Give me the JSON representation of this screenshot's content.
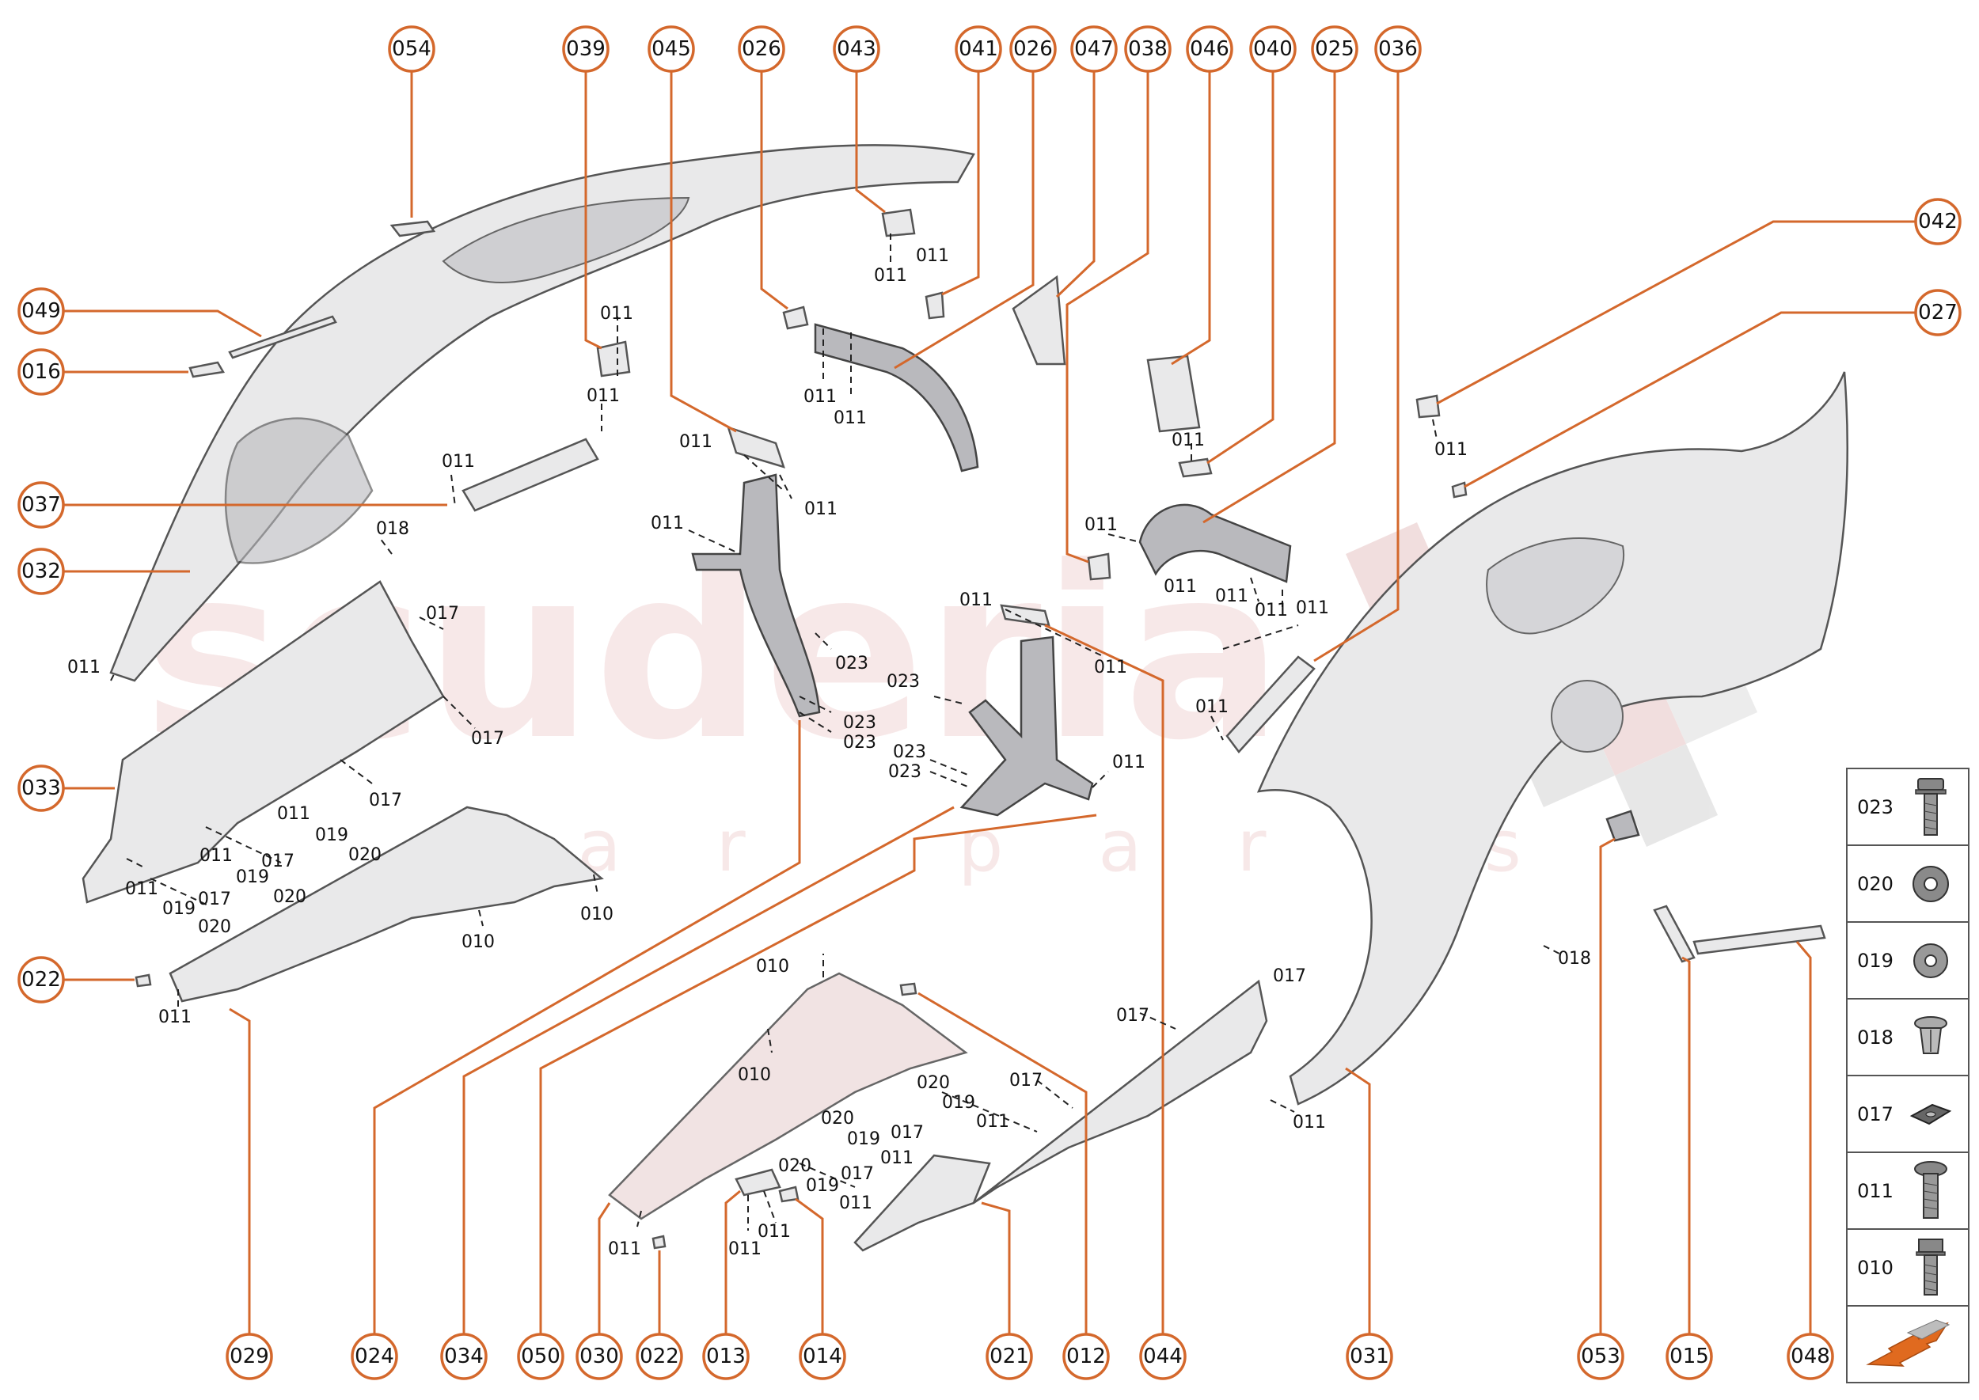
{
  "watermark": {
    "main": "scuderia",
    "sub": "car parts"
  },
  "callouts": {
    "c054": "054",
    "c039": "039",
    "c045": "045",
    "c026a": "026",
    "c043": "043",
    "c041": "041",
    "c026b": "026",
    "c047": "047",
    "c038": "038",
    "c046": "046",
    "c040": "040",
    "c025": "025",
    "c036": "036",
    "c042": "042",
    "c027": "027",
    "c049": "049",
    "c016": "016",
    "c037": "037",
    "c032": "032",
    "c033": "033",
    "c022a": "022",
    "c029": "029",
    "c024": "024",
    "c034": "034",
    "c050": "050",
    "c030": "030",
    "c022b": "022",
    "c013": "013",
    "c014": "014",
    "c021": "021",
    "c012": "012",
    "c044": "044",
    "c031": "031",
    "c053": "053",
    "c015": "015",
    "c048": "048"
  },
  "fastener_labels": {
    "l011": "011",
    "l010": "010",
    "l017": "017",
    "l018": "018",
    "l019": "019",
    "l020": "020",
    "l023": "023"
  },
  "legend": [
    {
      "code": "023",
      "icon": "bolt-flange-icon"
    },
    {
      "code": "020",
      "icon": "washer-large-icon"
    },
    {
      "code": "019",
      "icon": "washer-small-icon"
    },
    {
      "code": "018",
      "icon": "push-clip-icon"
    },
    {
      "code": "017",
      "icon": "speed-nut-icon"
    },
    {
      "code": "011",
      "icon": "bolt-pan-head-icon"
    },
    {
      "code": "010",
      "icon": "bolt-hex-icon"
    },
    {
      "code": "",
      "icon": "orientation-arrow-icon"
    }
  ]
}
